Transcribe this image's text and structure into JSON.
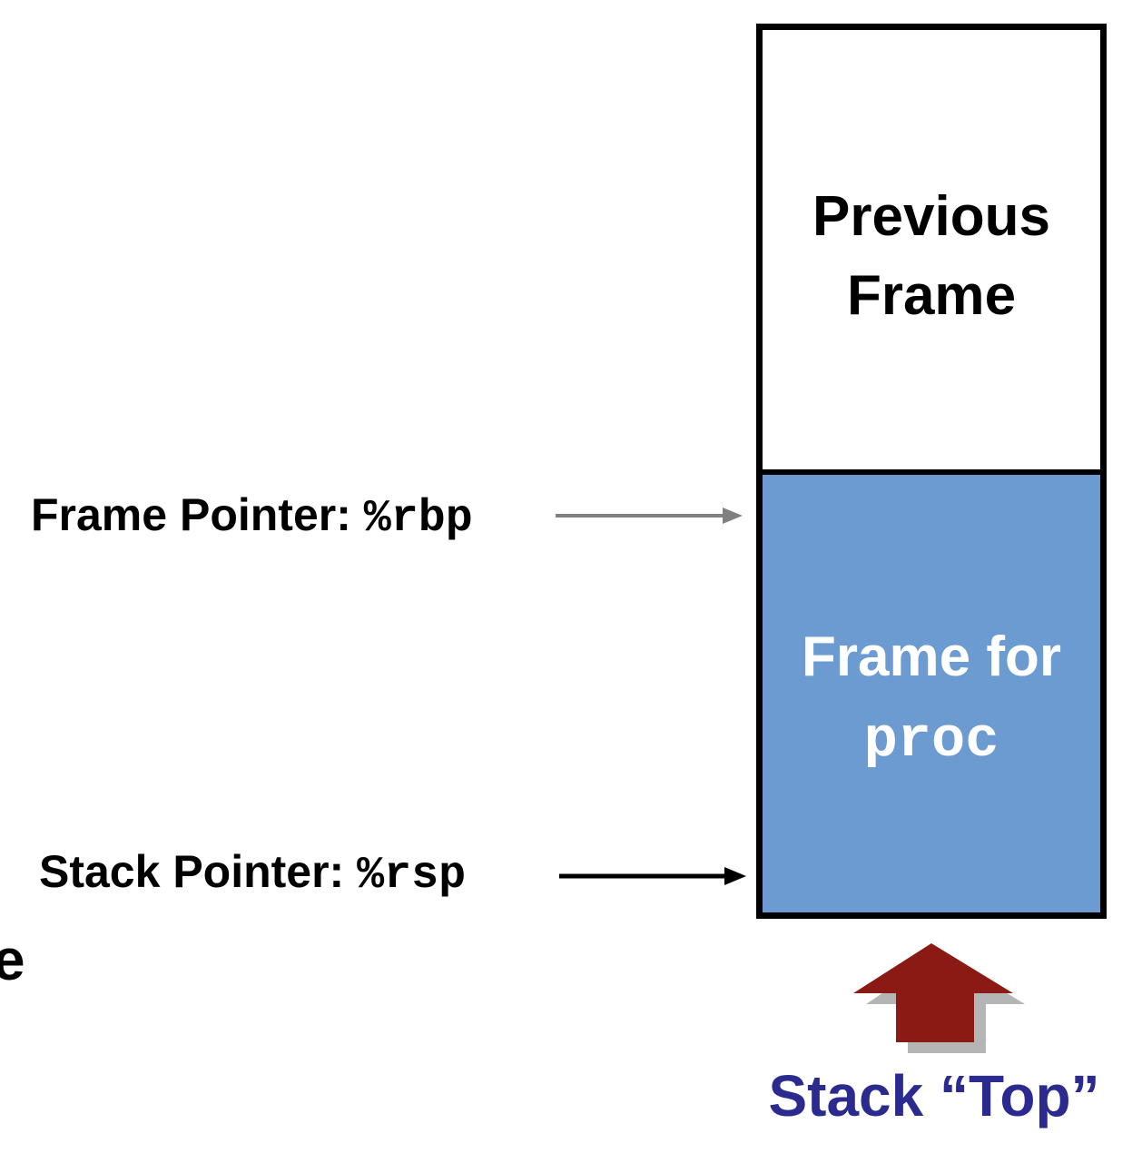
{
  "stack": {
    "previous_frame": {
      "line1": "Previous",
      "line2": "Frame"
    },
    "current_frame": {
      "line1": "Frame for",
      "line2": "proc"
    }
  },
  "pointers": {
    "frame_pointer": {
      "label": "Frame Pointer: ",
      "register": "%rbp"
    },
    "stack_pointer": {
      "label": "Stack Pointer: ",
      "register": "%rsp"
    }
  },
  "stack_top": {
    "label": "Stack “Top”"
  },
  "edge_text": "e",
  "colors": {
    "proc_frame": "#6b9bd1",
    "stack_top_text": "#2b2a8f",
    "top_arrow": "#8b1a14",
    "frame_pointer_arrow": "#808080"
  }
}
